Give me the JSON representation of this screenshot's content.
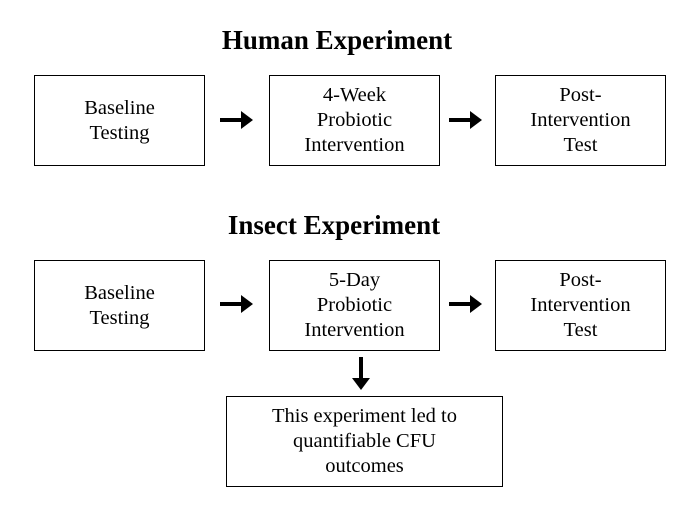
{
  "human_experiment": {
    "title": "Human Experiment",
    "steps": [
      {
        "lines": [
          "Baseline",
          "Testing"
        ]
      },
      {
        "lines": [
          "4-Week",
          "Probiotic",
          "Intervention"
        ]
      },
      {
        "lines": [
          "Post-",
          "Intervention",
          "Test"
        ]
      }
    ]
  },
  "insect_experiment": {
    "title": "Insect Experiment",
    "steps": [
      {
        "lines": [
          "Baseline",
          "Testing"
        ]
      },
      {
        "lines": [
          "5-Day",
          "Probiotic",
          "Intervention"
        ]
      },
      {
        "lines": [
          "Post-",
          "Intervention",
          "Test"
        ]
      }
    ],
    "outcome": {
      "lines": [
        "This experiment led to",
        "quantifiable CFU",
        "outcomes"
      ]
    }
  },
  "colors": {
    "stroke": "#000000",
    "background": "#ffffff"
  },
  "icons": {
    "flow_arrow": "right-arrow-icon",
    "outcome_arrow": "down-arrow-icon"
  }
}
